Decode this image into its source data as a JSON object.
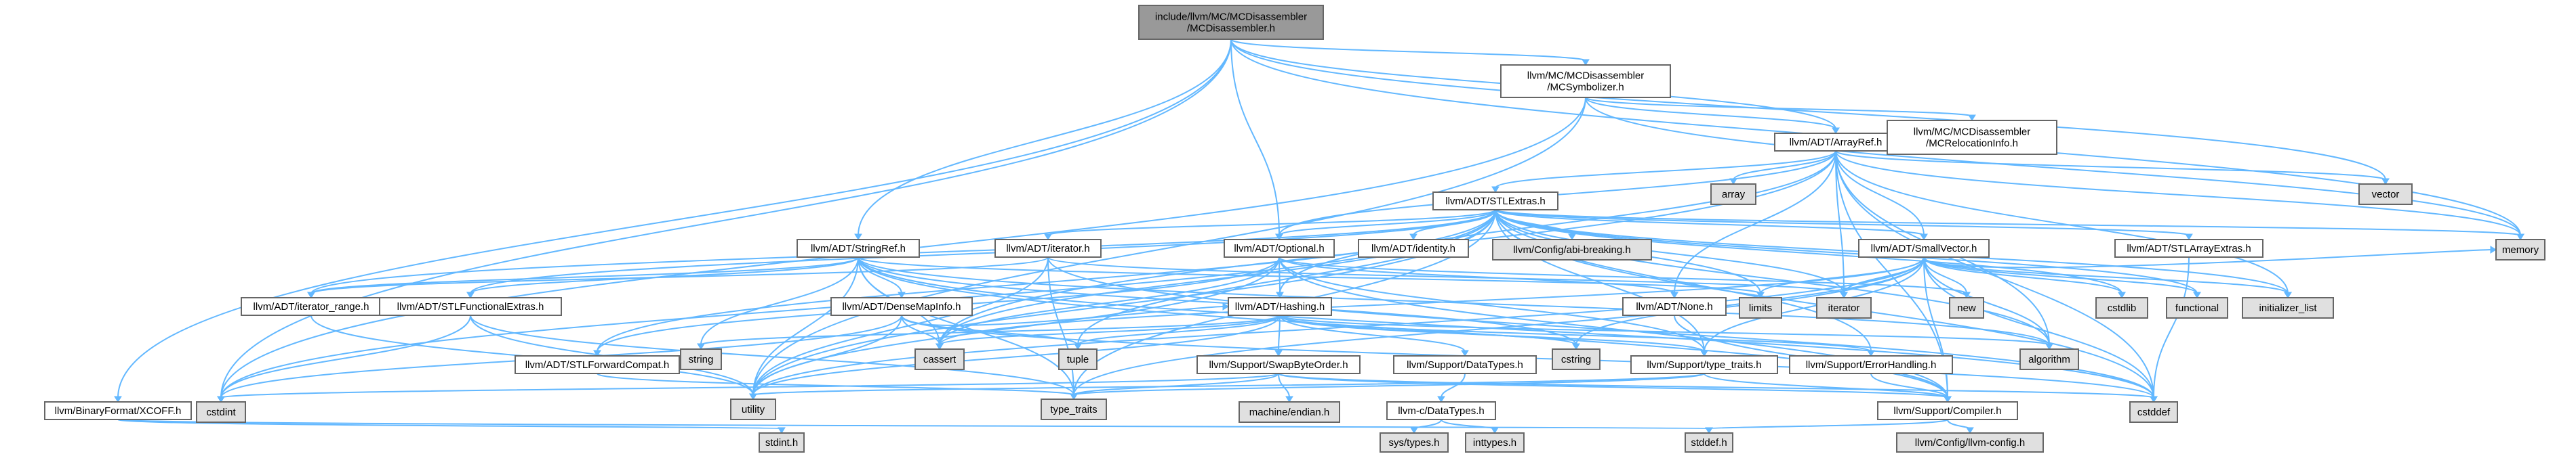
{
  "colors": {
    "root_fill": "#999999",
    "header_fill": "#ffffff",
    "system_fill": "#e0e0e0",
    "edge": "#63b8ff",
    "border": "#666666"
  },
  "nodes": [
    {
      "id": "root",
      "lines": [
        "include/llvm/MC/MCDisassembler",
        "/MCDisassembler.h"
      ],
      "kind": "root"
    },
    {
      "id": "mcsym",
      "lines": [
        "llvm/MC/MCDisassembler",
        "/MCSymbolizer.h"
      ],
      "kind": "header"
    },
    {
      "id": "arrayref",
      "lines": [
        "llvm/ADT/ArrayRef.h"
      ],
      "kind": "header"
    },
    {
      "id": "mcreloc",
      "lines": [
        "llvm/MC/MCDisassembler",
        "/MCRelocationInfo.h"
      ],
      "kind": "header"
    },
    {
      "id": "array",
      "lines": [
        "array"
      ],
      "kind": "system"
    },
    {
      "id": "vector",
      "lines": [
        "vector"
      ],
      "kind": "system"
    },
    {
      "id": "stlextras",
      "lines": [
        "llvm/ADT/STLExtras.h"
      ],
      "kind": "header"
    },
    {
      "id": "stringref",
      "lines": [
        "llvm/ADT/StringRef.h"
      ],
      "kind": "header"
    },
    {
      "id": "adtiterator",
      "lines": [
        "llvm/ADT/iterator.h"
      ],
      "kind": "header"
    },
    {
      "id": "optional",
      "lines": [
        "llvm/ADT/Optional.h"
      ],
      "kind": "header"
    },
    {
      "id": "identity",
      "lines": [
        "llvm/ADT/identity.h"
      ],
      "kind": "header"
    },
    {
      "id": "abibreaking",
      "lines": [
        "llvm/Config/abi-breaking.h"
      ],
      "kind": "system"
    },
    {
      "id": "smallvector",
      "lines": [
        "llvm/ADT/SmallVector.h"
      ],
      "kind": "header"
    },
    {
      "id": "stlarrayextras",
      "lines": [
        "llvm/ADT/STLArrayExtras.h"
      ],
      "kind": "header"
    },
    {
      "id": "memory",
      "lines": [
        "memory"
      ],
      "kind": "system"
    },
    {
      "id": "iterrange",
      "lines": [
        "llvm/ADT/iterator_range.h"
      ],
      "kind": "header"
    },
    {
      "id": "stlfunc",
      "lines": [
        "llvm/ADT/STLFunctionalExtras.h"
      ],
      "kind": "header"
    },
    {
      "id": "densemapinfo",
      "lines": [
        "llvm/ADT/DenseMapInfo.h"
      ],
      "kind": "header"
    },
    {
      "id": "hashing",
      "lines": [
        "llvm/ADT/Hashing.h"
      ],
      "kind": "header"
    },
    {
      "id": "none",
      "lines": [
        "llvm/ADT/None.h"
      ],
      "kind": "header"
    },
    {
      "id": "limits",
      "lines": [
        "limits"
      ],
      "kind": "system"
    },
    {
      "id": "iterator",
      "lines": [
        "iterator"
      ],
      "kind": "system"
    },
    {
      "id": "new",
      "lines": [
        "new"
      ],
      "kind": "system"
    },
    {
      "id": "cstdlib",
      "lines": [
        "cstdlib"
      ],
      "kind": "system"
    },
    {
      "id": "functional",
      "lines": [
        "functional"
      ],
      "kind": "system"
    },
    {
      "id": "initlist",
      "lines": [
        "initializer_list"
      ],
      "kind": "system"
    },
    {
      "id": "stlfwd",
      "lines": [
        "llvm/ADT/STLForwardCompat.h"
      ],
      "kind": "header"
    },
    {
      "id": "string",
      "lines": [
        "string"
      ],
      "kind": "system"
    },
    {
      "id": "cassert",
      "lines": [
        "cassert"
      ],
      "kind": "system"
    },
    {
      "id": "tuple",
      "lines": [
        "tuple"
      ],
      "kind": "system"
    },
    {
      "id": "swapbyte",
      "lines": [
        "llvm/Support/SwapByteOrder.h"
      ],
      "kind": "header"
    },
    {
      "id": "datatypes",
      "lines": [
        "llvm/Support/DataTypes.h"
      ],
      "kind": "header"
    },
    {
      "id": "cstring",
      "lines": [
        "cstring"
      ],
      "kind": "system"
    },
    {
      "id": "typetraitsh",
      "lines": [
        "llvm/Support/type_traits.h"
      ],
      "kind": "header"
    },
    {
      "id": "errorhandling",
      "lines": [
        "llvm/Support/ErrorHandling.h"
      ],
      "kind": "header"
    },
    {
      "id": "algorithm",
      "lines": [
        "algorithm"
      ],
      "kind": "system"
    },
    {
      "id": "xcoff",
      "lines": [
        "llvm/BinaryFormat/XCOFF.h"
      ],
      "kind": "header"
    },
    {
      "id": "cstdint",
      "lines": [
        "cstdint"
      ],
      "kind": "system"
    },
    {
      "id": "utility",
      "lines": [
        "utility"
      ],
      "kind": "system"
    },
    {
      "id": "typetraits",
      "lines": [
        "type_traits"
      ],
      "kind": "system"
    },
    {
      "id": "machineendian",
      "lines": [
        "machine/endian.h"
      ],
      "kind": "system"
    },
    {
      "id": "cdatatypes",
      "lines": [
        "llvm-c/DataTypes.h"
      ],
      "kind": "header"
    },
    {
      "id": "compiler",
      "lines": [
        "llvm/Support/Compiler.h"
      ],
      "kind": "header"
    },
    {
      "id": "cstddef",
      "lines": [
        "cstddef"
      ],
      "kind": "system"
    },
    {
      "id": "stdint",
      "lines": [
        "stdint.h"
      ],
      "kind": "system"
    },
    {
      "id": "systypes",
      "lines": [
        "sys/types.h"
      ],
      "kind": "system"
    },
    {
      "id": "inttypes",
      "lines": [
        "inttypes.h"
      ],
      "kind": "system"
    },
    {
      "id": "stddef",
      "lines": [
        "stddef.h"
      ],
      "kind": "system"
    },
    {
      "id": "llvmconfig",
      "lines": [
        "llvm/Config/llvm-config.h"
      ],
      "kind": "system"
    }
  ],
  "edges": [
    [
      "root",
      "mcsym"
    ],
    [
      "root",
      "arrayref"
    ],
    [
      "root",
      "stringref"
    ],
    [
      "root",
      "optional"
    ],
    [
      "root",
      "xcoff"
    ],
    [
      "root",
      "cstdint"
    ],
    [
      "root",
      "vector"
    ],
    [
      "root",
      "memory"
    ],
    [
      "mcsym",
      "mcreloc"
    ],
    [
      "mcsym",
      "arrayref"
    ],
    [
      "mcsym",
      "cstdint"
    ],
    [
      "mcsym",
      "memory"
    ],
    [
      "mcsym",
      "utility"
    ],
    [
      "arrayref",
      "array"
    ],
    [
      "arrayref",
      "vector"
    ],
    [
      "arrayref",
      "stlextras"
    ],
    [
      "arrayref",
      "smallvector"
    ],
    [
      "arrayref",
      "cassert"
    ],
    [
      "arrayref",
      "cstddef"
    ],
    [
      "arrayref",
      "initlist"
    ],
    [
      "arrayref",
      "iterator"
    ],
    [
      "arrayref",
      "memory"
    ],
    [
      "arrayref",
      "compiler"
    ],
    [
      "arrayref",
      "algorithm"
    ],
    [
      "arrayref",
      "hashing"
    ],
    [
      "arrayref",
      "none"
    ],
    [
      "arrayref",
      "optional"
    ],
    [
      "stlextras",
      "adtiterator"
    ],
    [
      "stlextras",
      "optional"
    ],
    [
      "stlextras",
      "identity"
    ],
    [
      "stlextras",
      "abibreaking"
    ],
    [
      "stlextras",
      "smallvector"
    ],
    [
      "stlextras",
      "stlarrayextras"
    ],
    [
      "stlextras",
      "memory"
    ],
    [
      "stlextras",
      "iterrange"
    ],
    [
      "stlextras",
      "stlfunc"
    ],
    [
      "stlextras",
      "stlfwd"
    ],
    [
      "stlextras",
      "errorhandling"
    ],
    [
      "stlextras",
      "algorithm"
    ],
    [
      "stlextras",
      "cassert"
    ],
    [
      "stlextras",
      "cstddef"
    ],
    [
      "stlextras",
      "cstdint"
    ],
    [
      "stlextras",
      "cstdlib"
    ],
    [
      "stlextras",
      "functional"
    ],
    [
      "stlextras",
      "initlist"
    ],
    [
      "stlextras",
      "iterator"
    ],
    [
      "stlextras",
      "limits"
    ],
    [
      "stlextras",
      "tuple"
    ],
    [
      "stlextras",
      "typetraits"
    ],
    [
      "stlextras",
      "utility"
    ],
    [
      "stlextras",
      "typetraitsh"
    ],
    [
      "stringref",
      "densemapinfo"
    ],
    [
      "stringref",
      "iterrange"
    ],
    [
      "stringref",
      "stlfunc"
    ],
    [
      "stringref",
      "compiler"
    ],
    [
      "stringref",
      "algorithm"
    ],
    [
      "stringref",
      "cassert"
    ],
    [
      "stringref",
      "cstddef"
    ],
    [
      "stringref",
      "cstring"
    ],
    [
      "stringref",
      "limits"
    ],
    [
      "stringref",
      "string"
    ],
    [
      "stringref",
      "typetraits"
    ],
    [
      "stringref",
      "utility"
    ],
    [
      "adtiterator",
      "iterrange"
    ],
    [
      "adtiterator",
      "cstddef"
    ],
    [
      "adtiterator",
      "iterator"
    ],
    [
      "adtiterator",
      "typetraits"
    ],
    [
      "adtiterator",
      "utility"
    ],
    [
      "optional",
      "hashing"
    ],
    [
      "optional",
      "none"
    ],
    [
      "optional",
      "stlfwd"
    ],
    [
      "optional",
      "compiler"
    ],
    [
      "optional",
      "typetraitsh"
    ],
    [
      "optional",
      "cassert"
    ],
    [
      "optional",
      "new"
    ],
    [
      "optional",
      "utility"
    ],
    [
      "smallvector",
      "compiler"
    ],
    [
      "smallvector",
      "typetraitsh"
    ],
    [
      "smallvector",
      "algorithm"
    ],
    [
      "smallvector",
      "cassert"
    ],
    [
      "smallvector",
      "cstddef"
    ],
    [
      "smallvector",
      "cstdlib"
    ],
    [
      "smallvector",
      "cstring"
    ],
    [
      "smallvector",
      "functional"
    ],
    [
      "smallvector",
      "initlist"
    ],
    [
      "smallvector",
      "iterator"
    ],
    [
      "smallvector",
      "limits"
    ],
    [
      "smallvector",
      "memory"
    ],
    [
      "smallvector",
      "new"
    ],
    [
      "smallvector",
      "typetraits"
    ],
    [
      "smallvector",
      "utility"
    ],
    [
      "stlarrayextras",
      "cstddef"
    ],
    [
      "iterrange",
      "utility"
    ],
    [
      "stlfunc",
      "cstdint"
    ],
    [
      "stlfunc",
      "typetraits"
    ],
    [
      "stlfunc",
      "utility"
    ],
    [
      "densemapinfo",
      "hashing"
    ],
    [
      "densemapinfo",
      "cassert"
    ],
    [
      "densemapinfo",
      "cstddef"
    ],
    [
      "densemapinfo",
      "cstdint"
    ],
    [
      "densemapinfo",
      "tuple"
    ],
    [
      "densemapinfo",
      "utility"
    ],
    [
      "hashing",
      "errorhandling"
    ],
    [
      "hashing",
      "swapbyte"
    ],
    [
      "hashing",
      "datatypes"
    ],
    [
      "hashing",
      "typetraitsh"
    ],
    [
      "hashing",
      "algorithm"
    ],
    [
      "hashing",
      "cassert"
    ],
    [
      "hashing",
      "cstring"
    ],
    [
      "hashing",
      "string"
    ],
    [
      "hashing",
      "tuple"
    ],
    [
      "hashing",
      "utility"
    ],
    [
      "none",
      "compiler"
    ],
    [
      "stlfwd",
      "typetraits"
    ],
    [
      "swapbyte",
      "compiler"
    ],
    [
      "swapbyte",
      "cstddef"
    ],
    [
      "swapbyte",
      "cstdint"
    ],
    [
      "swapbyte",
      "typetraits"
    ],
    [
      "swapbyte",
      "machineendian"
    ],
    [
      "datatypes",
      "cdatatypes"
    ],
    [
      "typetraitsh",
      "compiler"
    ],
    [
      "typetraitsh",
      "typetraits"
    ],
    [
      "typetraitsh",
      "utility"
    ],
    [
      "errorhandling",
      "compiler"
    ],
    [
      "xcoff",
      "stddef"
    ],
    [
      "xcoff",
      "stdint"
    ],
    [
      "cdatatypes",
      "inttypes"
    ],
    [
      "cdatatypes",
      "systypes"
    ],
    [
      "compiler",
      "llvmconfig"
    ],
    [
      "compiler",
      "stddef"
    ]
  ]
}
